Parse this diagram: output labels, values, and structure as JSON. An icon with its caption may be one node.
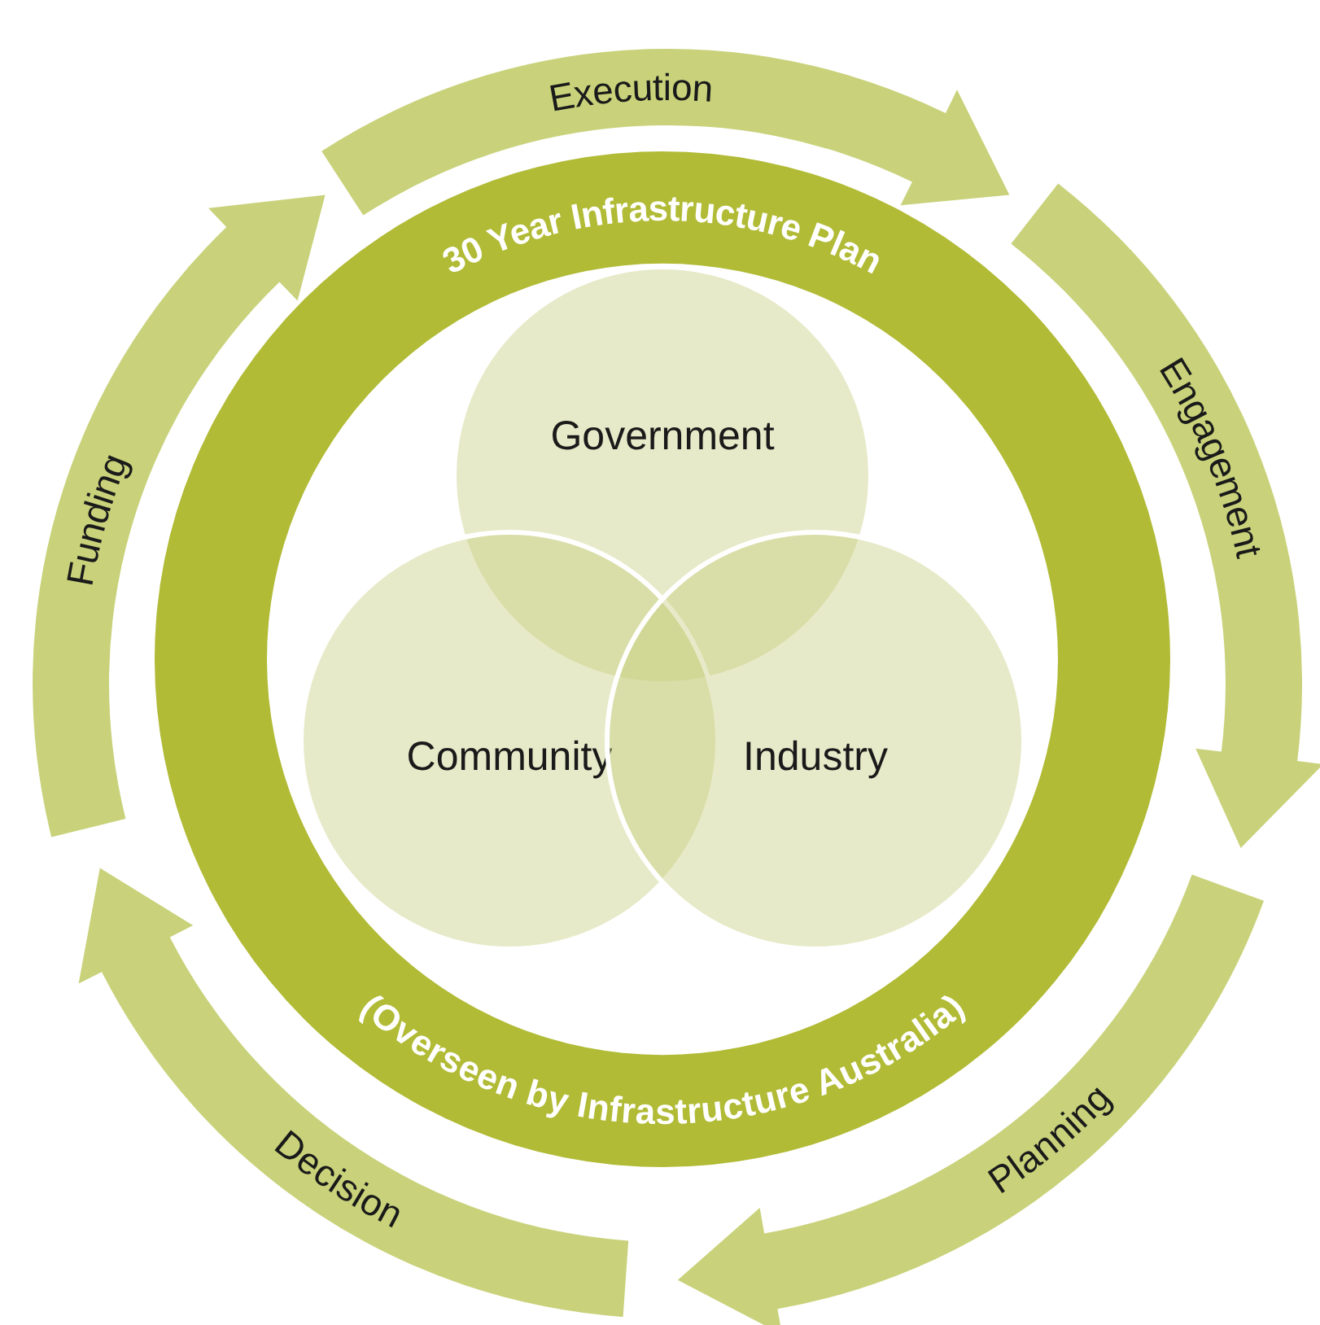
{
  "diagram": {
    "nodes": [
      {
        "text": [
          "Execution"
        ]
      },
      {
        "text": [
          "Funding"
        ]
      },
      {
        "text": [
          "Engagement"
        ]
      },
      {
        "text": [
          "30 Year Infrastructure Plan",
          "(Overseen by Infrastructure Australia)"
        ]
      },
      {
        "text": [
          "Government"
        ],
        "in": 3
      },
      {
        "text": [
          "Community"
        ],
        "in": 3
      },
      {
        "text": [
          "Industry"
        ],
        "in": 3
      },
      {
        "text": [
          "Decision"
        ]
      },
      {
        "text": [
          "Planning"
        ]
      }
    ]
  }
}
